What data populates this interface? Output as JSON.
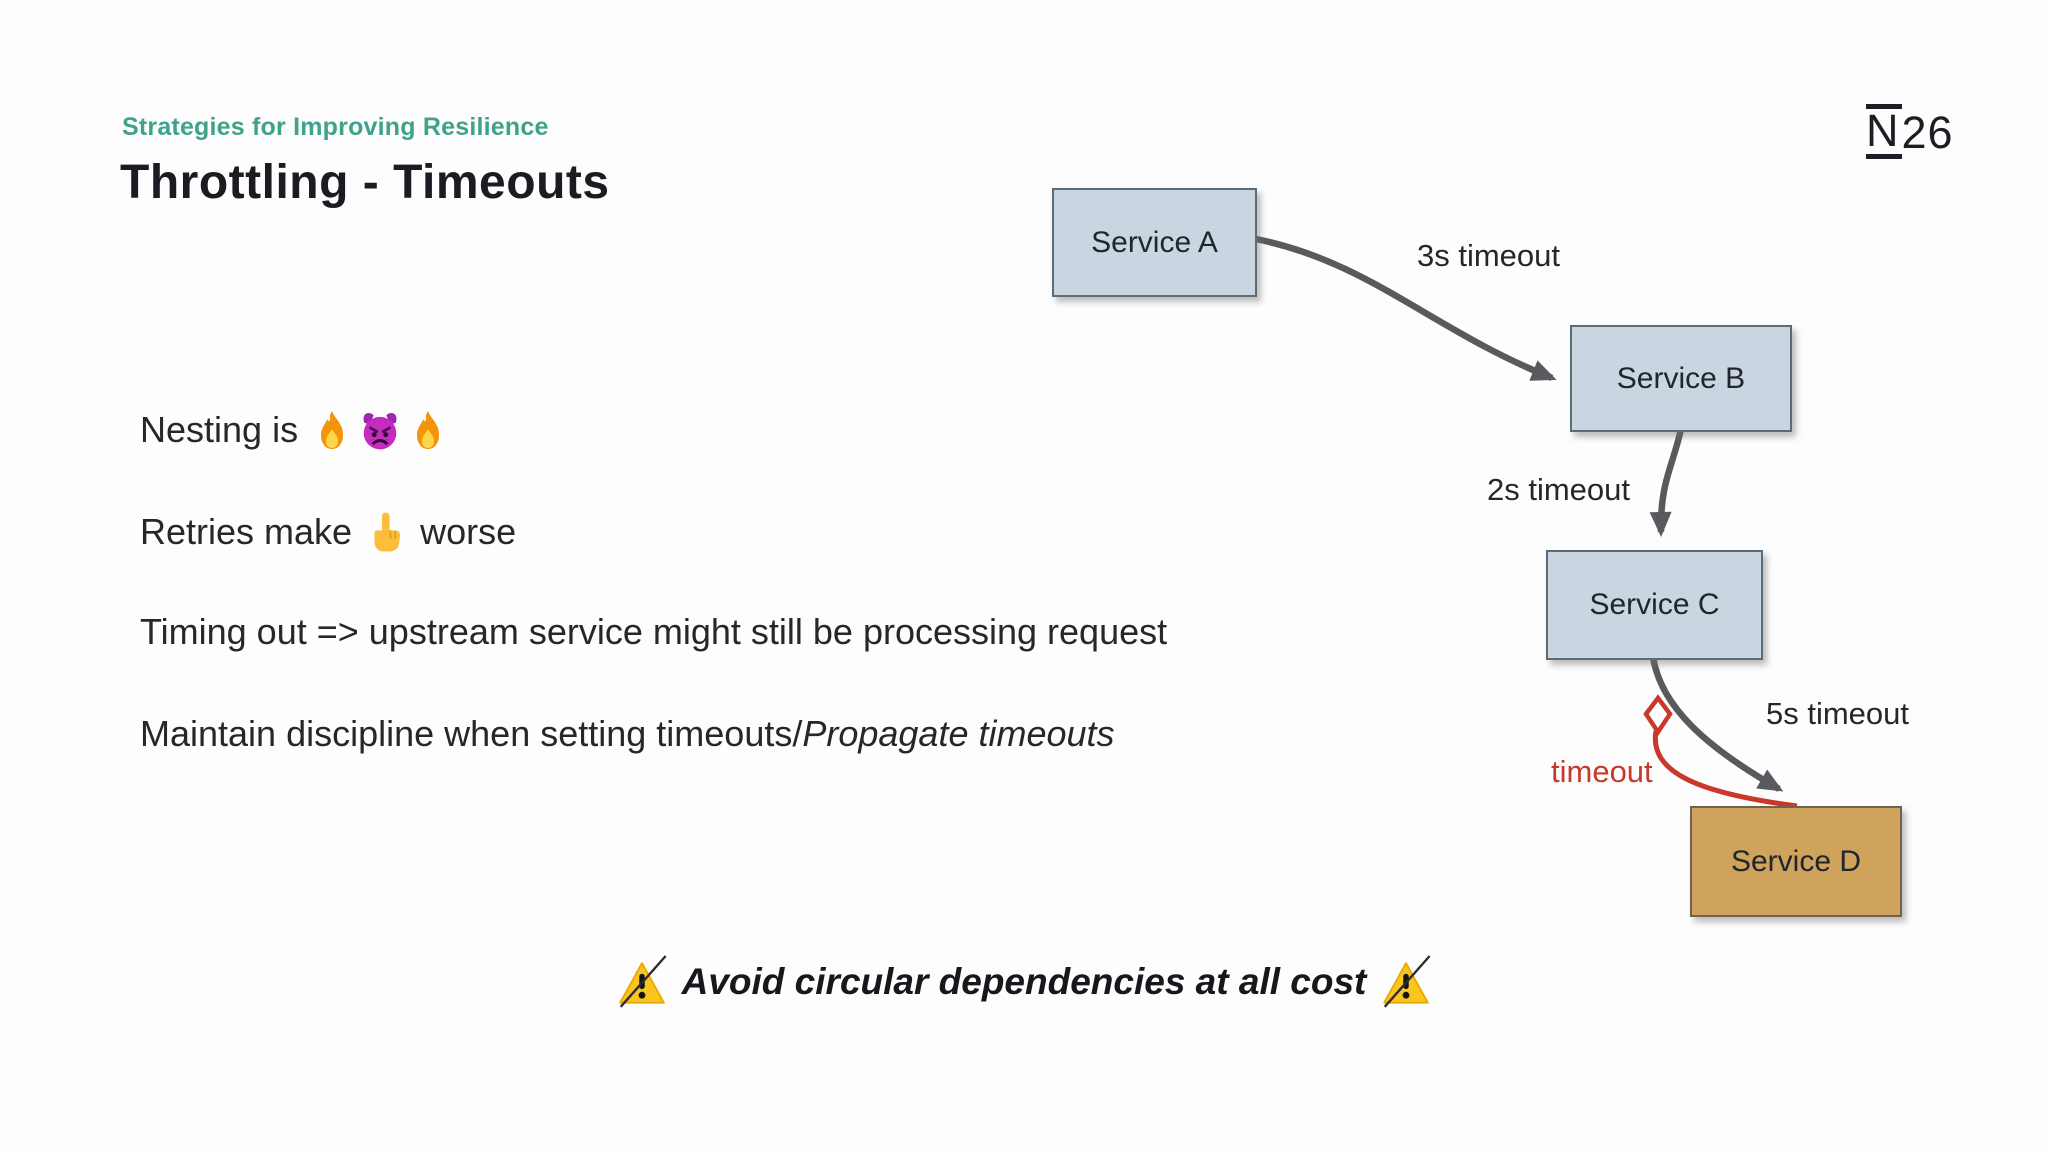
{
  "header": {
    "eyebrow": "Strategies for Improving Resilience",
    "title": "Throttling - Timeouts",
    "logo": {
      "n": "N",
      "digits": "26"
    }
  },
  "bullets": {
    "nesting": {
      "text": "Nesting is ",
      "emojis": "🔥👿🔥"
    },
    "retries": {
      "prefix": "Retries make ",
      "emoji": "☝️",
      "suffix": " worse"
    },
    "timing": "Timing out => upstream service might still be processing request",
    "discipline": {
      "normal": "Maintain discipline when setting timeouts/",
      "italic": "Propagate timeouts"
    }
  },
  "warning": {
    "emoji": "⚠️",
    "text": "Avoid circular dependencies at all cost"
  },
  "diagram": {
    "nodes": [
      {
        "id": "a",
        "label": "Service A"
      },
      {
        "id": "b",
        "label": "Service B"
      },
      {
        "id": "c",
        "label": "Service C"
      },
      {
        "id": "d",
        "label": "Service D",
        "highlighted": true
      }
    ],
    "edges": [
      {
        "from": "Service A",
        "to": "Service B",
        "label": "3s timeout"
      },
      {
        "from": "Service B",
        "to": "Service C",
        "label": "2s timeout"
      },
      {
        "from": "Service C",
        "to": "Service D",
        "label": "5s timeout"
      },
      {
        "from": "Service D",
        "to": "Service C",
        "label": "timeout",
        "type": "timeout-return"
      }
    ],
    "colors": {
      "node_fill": "#c9d6e2",
      "node_border": "#5d6b79",
      "node_d_fill": "#cfa35c",
      "arrow_gray": "#595a5e",
      "timeout_red": "#c9392b",
      "accent_teal": "#3fa28b"
    }
  }
}
